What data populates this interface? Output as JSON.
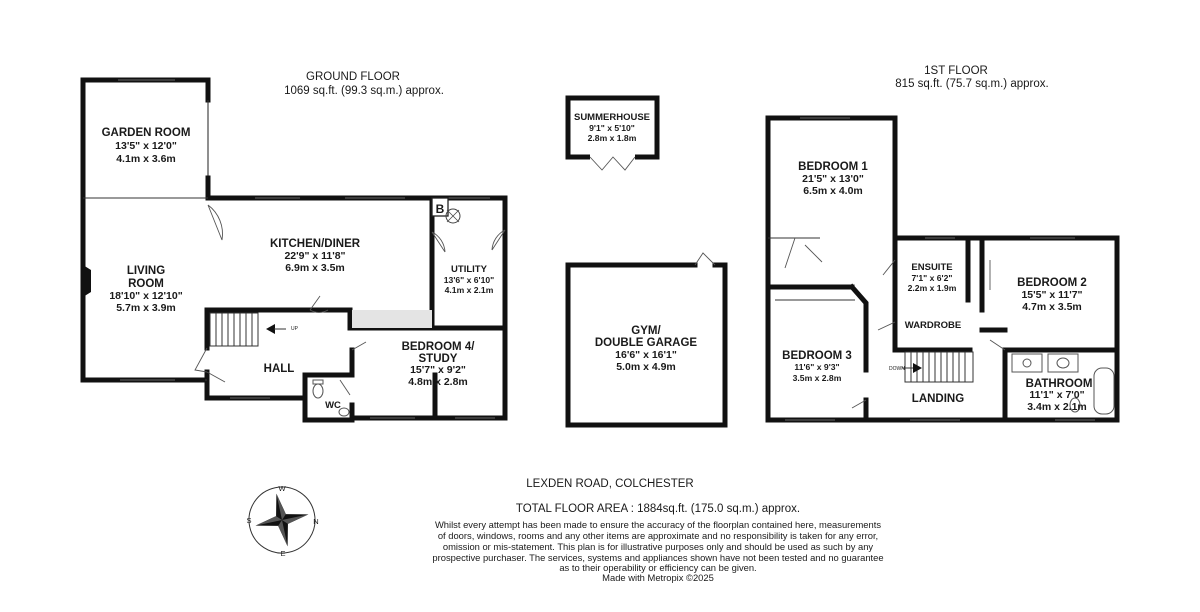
{
  "floors": {
    "ground": {
      "title": "GROUND FLOOR",
      "area": "1069 sq.ft. (99.3 sq.m.) approx."
    },
    "first": {
      "title": "1ST FLOOR",
      "area": "815 sq.ft. (75.7 sq.m.) approx."
    }
  },
  "rooms": {
    "garden_room": {
      "name": "GARDEN ROOM",
      "imperial": "13'5\" x 12'0\"",
      "metric": "4.1m x 3.6m"
    },
    "living_room": {
      "name1": "LIVING",
      "name2": "ROOM",
      "imperial": "18'10\" x 12'10\"",
      "metric": "5.7m x 3.9m"
    },
    "kitchen": {
      "name": "KITCHEN/DINER",
      "imperial": "22'9\" x 11'8\"",
      "metric": "6.9m x 3.5m"
    },
    "utility": {
      "name": "UTILITY",
      "imperial": "13'6\" x 6'10\"",
      "metric": "4.1m x 2.1m"
    },
    "boiler": {
      "label": "B"
    },
    "hall": {
      "name": "HALL",
      "stairs_label": "UP"
    },
    "wc": {
      "name": "WC"
    },
    "bedroom4": {
      "name1": "BEDROOM 4/",
      "name2": "STUDY",
      "imperial": "15'7\" x 9'2\"",
      "metric": "4.8m x 2.8m"
    },
    "summerhouse": {
      "name": "SUMMERHOUSE",
      "imperial": "9'1\" x 5'10\"",
      "metric": "2.8m x 1.8m"
    },
    "garage": {
      "name1": "GYM/",
      "name2": "DOUBLE GARAGE",
      "imperial": "16'6\" x 16'1\"",
      "metric": "5.0m x 4.9m"
    },
    "bedroom1": {
      "name": "BEDROOM 1",
      "imperial": "21'5\" x 13'0\"",
      "metric": "6.5m x 4.0m"
    },
    "ensuite": {
      "name": "ENSUITE",
      "imperial": "7'1\" x 6'2\"",
      "metric": "2.2m x 1.9m"
    },
    "bedroom2": {
      "name": "BEDROOM 2",
      "imperial": "15'5\" x 11'7\"",
      "metric": "4.7m x 3.5m"
    },
    "wardrobe": {
      "name": "WARDROBE"
    },
    "bedroom3": {
      "name": "BEDROOM 3",
      "imperial": "11'6\" x 9'3\"",
      "metric": "3.5m x 2.8m"
    },
    "landing": {
      "name": "LANDING",
      "stairs_label": "DOWN"
    },
    "bathroom": {
      "name": "BATHROOM",
      "imperial": "11'1\" x 7'0\"",
      "metric": "3.4m x 2.1m"
    }
  },
  "footer": {
    "address": "LEXDEN ROAD, COLCHESTER",
    "total_area": "TOTAL FLOOR AREA : 1884sq.ft. (175.0 sq.m.) approx.",
    "disclaimer": [
      "Whilst every attempt has been made to ensure the accuracy of the floorplan contained here, measurements",
      "of doors, windows, rooms and any other items are approximate and no responsibility is taken for any error,",
      "omission or mis-statement. This plan is for illustrative purposes only and should be used as such by any",
      "prospective purchaser. The services, systems and appliances shown have not been tested and no guarantee",
      "as to their operability or efficiency can be given."
    ],
    "credit": "Made with Metropix ©2025"
  },
  "compass": {
    "n": "N",
    "e": "E",
    "s": "S",
    "w": "W"
  }
}
